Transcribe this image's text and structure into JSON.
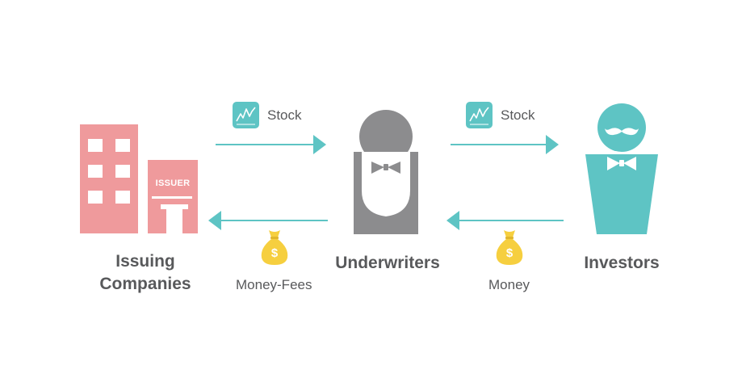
{
  "nodes": {
    "issuer": {
      "label_line1": "Issuing",
      "label_line2": "Companies",
      "sign_text": "ISSUER"
    },
    "underwriters": {
      "label": "Underwriters"
    },
    "investors": {
      "label": "Investors"
    }
  },
  "edges": {
    "stock_to_underwriters": {
      "label": "Stock"
    },
    "stock_to_investors": {
      "label": "Stock"
    },
    "money_fees_to_issuer": {
      "label": "Money-Fees",
      "icon_text": "$"
    },
    "money_to_underwriters": {
      "label": "Money",
      "icon_text": "$"
    }
  },
  "colors": {
    "building": "#ef9a9c",
    "underwriter": "#8c8c8e",
    "investor": "#5ec4c4",
    "arrow": "#5ec4c4",
    "money_bag": "#f6cf3f",
    "stock_icon": "#5ec4c4",
    "text": "#58595b"
  },
  "icons": {
    "building": "office-building-icon",
    "underwriter": "person-with-bowtie-icon",
    "investor": "person-with-mustache-icon",
    "stock": "stock-chart-icon",
    "money": "money-bag-icon"
  }
}
